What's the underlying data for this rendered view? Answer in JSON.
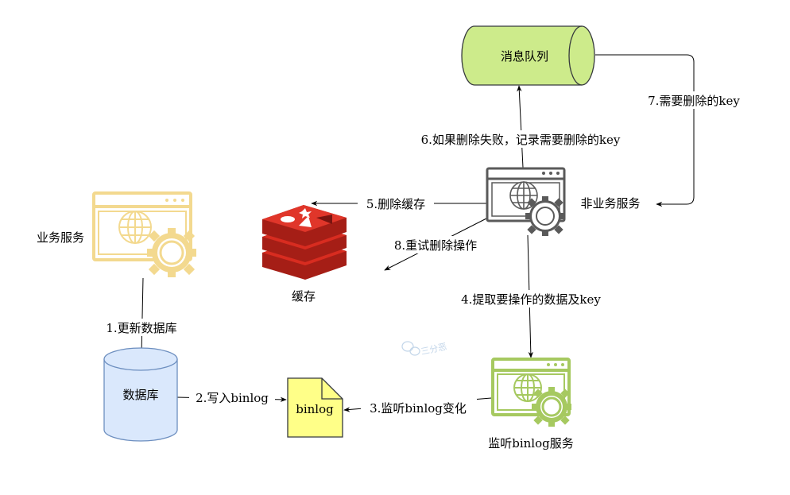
{
  "nodes": {
    "business_service": {
      "label": "业务服务",
      "color": "#f3d98f"
    },
    "database": {
      "label": "数据库",
      "fill": "#dae8fc",
      "stroke": "#6c8ebf"
    },
    "binlog_file": {
      "label": "binlog",
      "fill": "#ffff88",
      "stroke": "#36393d"
    },
    "binlog_listener": {
      "label": "监听binlog服务",
      "color": "#a6c960"
    },
    "non_business_service": {
      "label": "非业务服务",
      "color": "#5a5a5a"
    },
    "cache": {
      "label": "缓存",
      "color": "#d82c20"
    },
    "message_queue": {
      "label": "消息队列",
      "fill": "#cdeb8b",
      "stroke": "#36393d"
    }
  },
  "edges": {
    "e1": {
      "label": "1.更新数据库"
    },
    "e2": {
      "label": "2.写入binlog"
    },
    "e3": {
      "label": "3.监听binlog变化"
    },
    "e4": {
      "label": "4.提取要操作的数据及key"
    },
    "e5": {
      "label": "5.删除缓存"
    },
    "e6": {
      "label": "6.如果删除失败，记录需要删除的key"
    },
    "e7": {
      "label": "7.需要删除的key"
    },
    "e8": {
      "label": "8.重试删除操作"
    }
  },
  "watermark": {
    "text": "三分恶",
    "icon": "wechat-icon"
  }
}
